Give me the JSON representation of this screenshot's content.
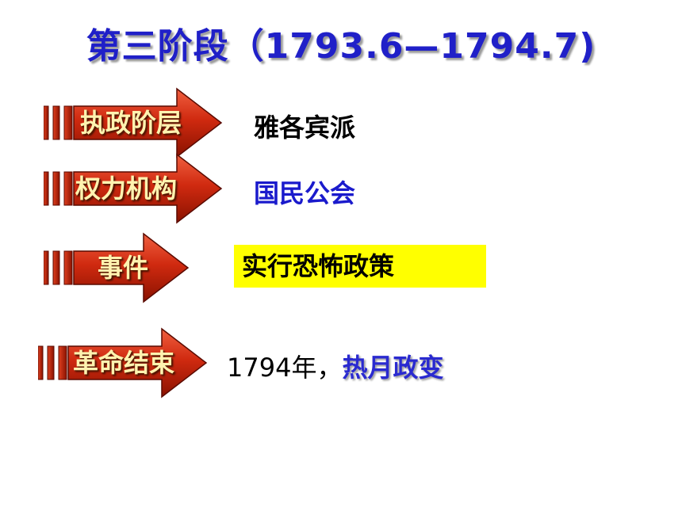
{
  "title": "第三阶段（1793.6—1794.7)",
  "rows": [
    {
      "label": "执政阶层",
      "value": "雅各宾派"
    },
    {
      "label": "权力机构",
      "value": "国民公会"
    },
    {
      "label": "事件",
      "value": "实行恐怖政策"
    },
    {
      "label": "革命结束",
      "value_prefix": "1794年，",
      "value_highlight": "热月政变"
    }
  ],
  "colors": {
    "title": "#2020c8",
    "arrow_fill": "#d02a10",
    "arrow_dark": "#8a1200",
    "label_text": "#fff3b0",
    "value_blue": "#1a1acc",
    "highlight_bg": "#ffff00"
  }
}
